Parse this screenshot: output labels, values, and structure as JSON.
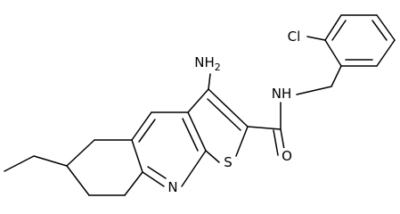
{
  "labels": {
    "amino": "NH",
    "amino_sub": "2",
    "amide_nh": "NH",
    "carbonyl_o": "O",
    "thiophene_s": "S",
    "pyridine_n": "N",
    "chloro": "Cl"
  },
  "colors": {
    "bond": "#000000",
    "text": "#000000",
    "background": "#ffffff"
  }
}
